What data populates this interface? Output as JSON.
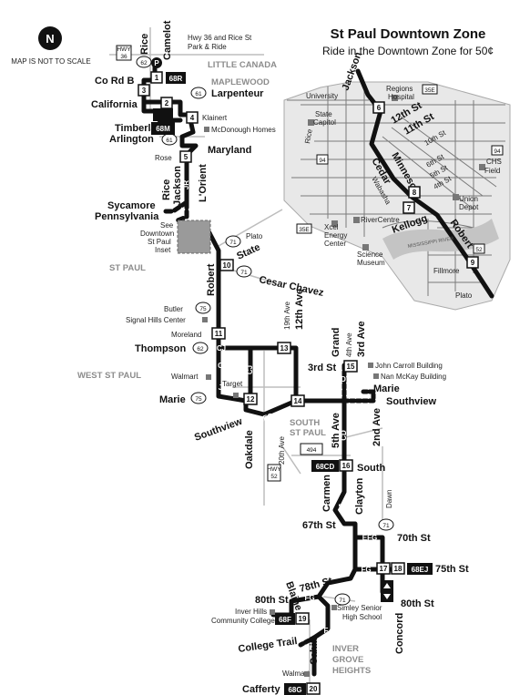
{
  "header": {
    "title": "St Paul Downtown Zone",
    "subtitle": "Ride in the Downtown Zone for 50¢"
  },
  "north": {
    "letter": "N",
    "note": "MAP IS NOT TO SCALE"
  },
  "areas": {
    "little_canada": "LITTLE CANADA",
    "maplewood": "MAPLEWOOD",
    "st_paul": "ST PAUL",
    "west_st_paul": "WEST ST PAUL",
    "south_st_paul_1": "SOUTH",
    "south_st_paul_2": "ST PAUL",
    "inver_1": "INVER",
    "inver_2": "GROVE",
    "inver_3": "HEIGHTS"
  },
  "streets": {
    "rice": "Rice",
    "camelot": "Camelot",
    "hwy36_park": "Hwy 36 and Rice St",
    "hwy36_park2": "Park & Ride",
    "co_rd_b": "Co Rd B",
    "california": "California",
    "larpenteur": "Larpenteur",
    "klainert": "Klainert",
    "mcdonough": "McDonough Homes",
    "timberlake": "Timberlake",
    "arlington": "Arlington",
    "maryland": "Maryland",
    "rose": "Rose",
    "lorient": "L'Orient",
    "rice2": "Rice",
    "jackson": "Jackson",
    "sycamore": "Sycamore",
    "pennsylvania": "Pennsylvania",
    "see_inset1": "See",
    "see_inset2": "Downtown",
    "see_inset3": "St Paul",
    "see_inset4": "Inset",
    "plato": "Plato",
    "state": "State",
    "robert": "Robert",
    "cesar_chavez": "Cesar Chavez",
    "butler": "Butler",
    "signal_hills": "Signal Hills Center",
    "moreland": "Moreland",
    "thompson": "Thompson",
    "walmart1": "Walmart",
    "target": "Target",
    "marie1": "Marie",
    "southview1": "Southview",
    "oakdale": "Oakdale",
    "nineteenth": "19th Ave",
    "twelfth": "12th Ave",
    "twentieth": "20th Ave",
    "fifth": "5th Ave",
    "grand": "Grand",
    "fourth": "4th Ave",
    "third_ave": "3rd Ave",
    "third_st": "3rd St",
    "john_carroll": "John Carroll Building",
    "nan_mckay": "Nan McKay Building",
    "marie2": "Marie",
    "southview2": "Southview",
    "second_ave": "2nd Ave",
    "south": "South",
    "carmen": "Carmen",
    "clayton": "Clayton",
    "dawn": "Dawn",
    "sixtyseventh": "67th St",
    "seventieth": "70th St",
    "seventyfifth": "75th St",
    "eightieth1": "80th St",
    "blaine": "Blaine",
    "seventyeighth": "78th St",
    "eightieth2": "80th St",
    "inver_hills1": "Inver Hills",
    "inver_hills2": "Community College",
    "simley1": "Simley Senior",
    "simley2": "High School",
    "concord": "Concord",
    "college_trail": "College Trail",
    "cahill": "Cahill",
    "walmart2": "Walmart",
    "cafferty": "Cafferty"
  },
  "inset": {
    "jackson": "Jackson",
    "university": "University",
    "regions1": "Regions",
    "regions2": "Hospital",
    "state1": "State",
    "state2": "Capitol",
    "rice": "Rice",
    "twelfth": "12th St",
    "eleventh": "11th St",
    "tenth": "10th St",
    "chs1": "CHS",
    "chs2": "Field",
    "cedar": "Cedar",
    "minnesota": "Minnesota",
    "wabasha": "Wabasha",
    "sixth": "6th St",
    "fifth": "5th St",
    "fourth": "4th St",
    "union1": "Union",
    "union2": "Depot",
    "xcel1": "Xcel",
    "xcel2": "Energy",
    "xcel3": "Center",
    "rivercentre": "RiverCentre",
    "science1": "Science",
    "science2": "Museum",
    "kellogg": "Kellogg",
    "river": "MISSISSIPPI RIVER",
    "robert": "Robert",
    "fillmore": "Fillmore",
    "plato": "Plato"
  },
  "stops": [
    "1",
    "2",
    "3",
    "4",
    "5",
    "6",
    "7",
    "8",
    "9",
    "10",
    "11",
    "12",
    "13",
    "14",
    "15",
    "16",
    "17",
    "18",
    "19",
    "20"
  ],
  "routes": {
    "r68r": "68R",
    "r68m": "68M",
    "r68cd": "68CD",
    "r68ej": "68EJ",
    "r68f": "68F",
    "r68g": "68G"
  },
  "branch_letters": {
    "p": "P",
    "r": "R",
    "jr": "JR",
    "cj": "CJ",
    "c": "C",
    "j": "J",
    "cj2": "CJ",
    "defg": "DEFG",
    "d": "D",
    "cd": "CD",
    "cj3": "CJ",
    "efg": "EFG",
    "fg": "FG",
    "fg2": "FG",
    "f": "F"
  },
  "highways": {
    "h36": "36",
    "hwy": "HWY",
    "h62": "62",
    "h61a": "61",
    "h61b": "61",
    "h71a": "71",
    "h71b": "71",
    "h75a": "75",
    "h75b": "75",
    "h62b": "62",
    "h494": "494",
    "h52a": "HWY",
    "h52b": "52",
    "h71c": "71",
    "h71d": "71",
    "h35e": "35E",
    "h94a": "94",
    "h94b": "94",
    "h35e2": "35E",
    "h52c": "52"
  },
  "colors": {
    "route": "#111111",
    "area_label": "#8c8c8c",
    "inset_bg": "#e6e6e6",
    "downtown_box": "#9a9a9a"
  }
}
